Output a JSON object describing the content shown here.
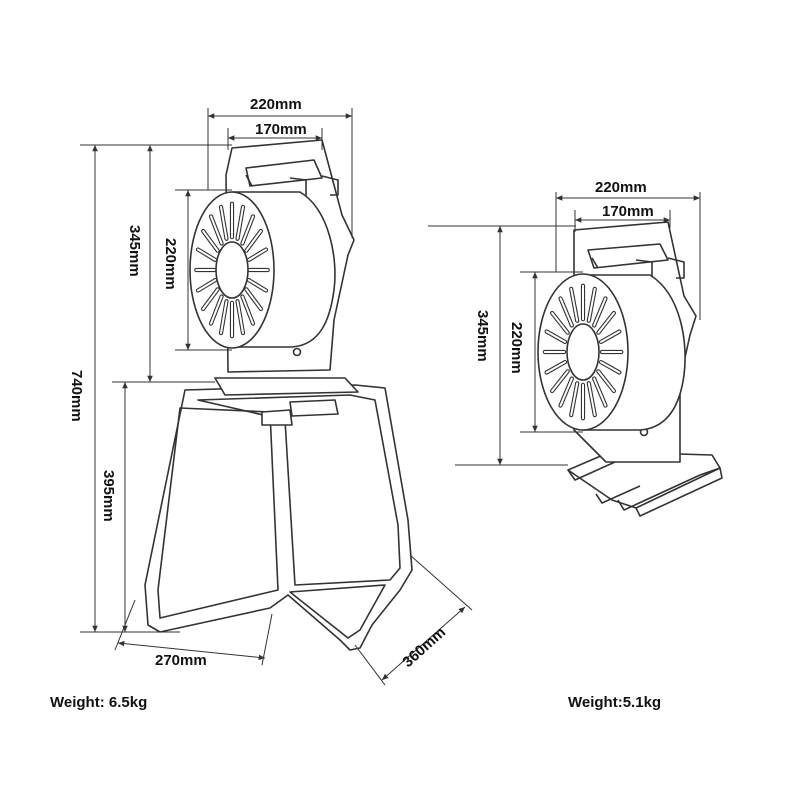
{
  "left_unit": {
    "dims": {
      "width_outer": "220mm",
      "width_inner": "170mm",
      "height_upper": "345mm",
      "drum_dia": "220mm",
      "height_total": "740mm",
      "height_lower": "395mm",
      "base_width": "270mm",
      "base_depth": "360mm"
    },
    "weight": "Weight: 6.5kg"
  },
  "right_unit": {
    "dims": {
      "width_outer": "220mm",
      "width_inner": "170mm",
      "height": "345mm",
      "drum_dia": "220mm"
    },
    "weight": "Weight:5.1kg"
  }
}
